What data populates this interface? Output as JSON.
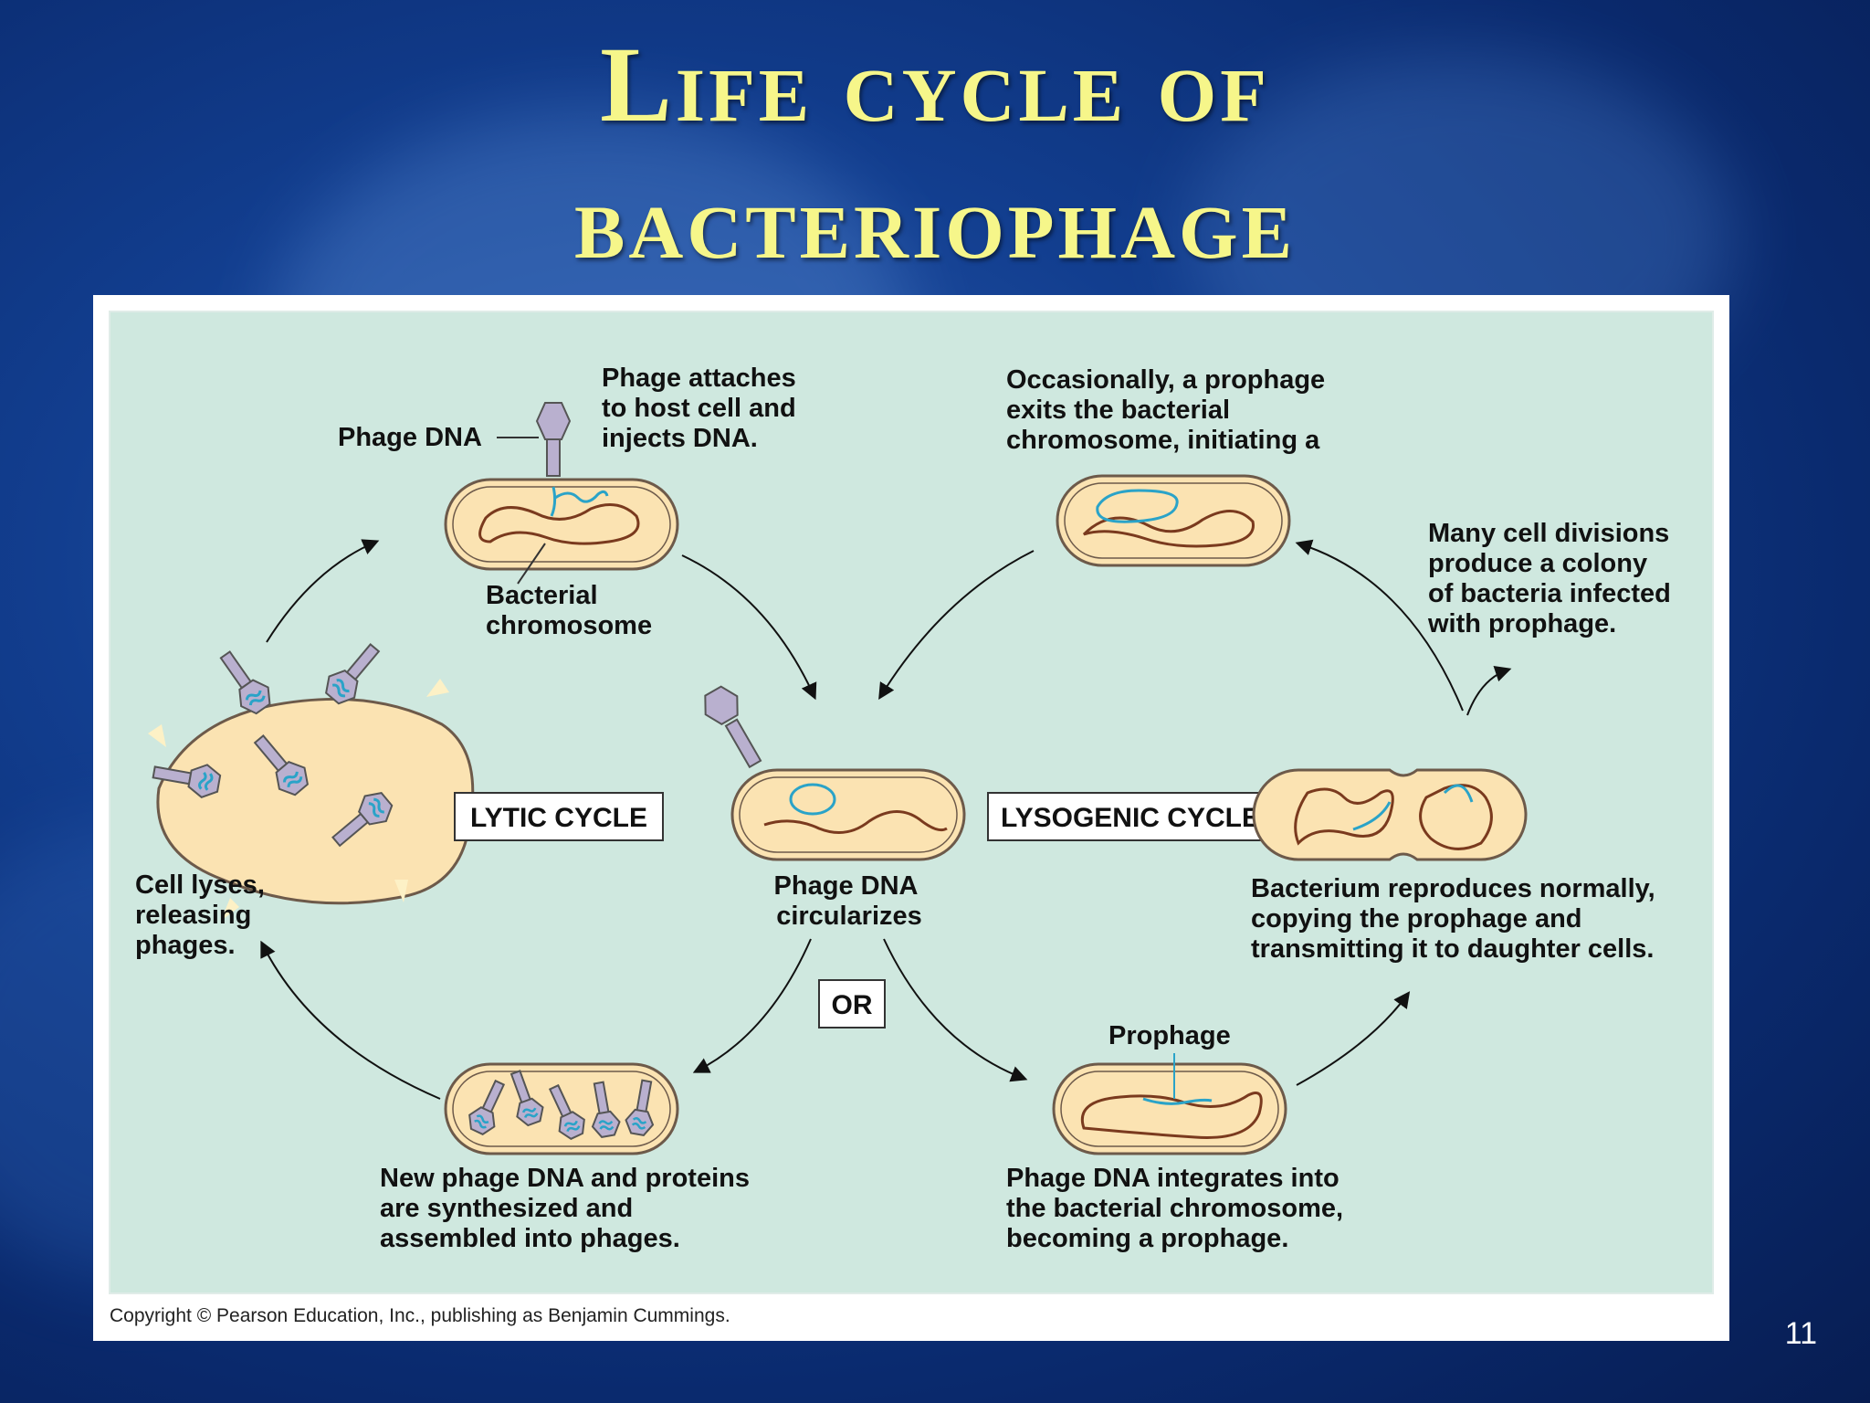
{
  "slide": {
    "title_line1": "Life cycle of",
    "title_line2": "bacteriophage",
    "number": "11"
  },
  "diagram": {
    "cycle_labels": {
      "lytic": "LYTIC CYCLE",
      "lysogenic": "LYSOGENIC CYCLE",
      "or": "OR"
    },
    "labels": {
      "phage_dna": "Phage DNA",
      "attach": [
        "Phage attaches",
        "to host cell and",
        "injects DNA."
      ],
      "bacterial_chromosome": [
        "Bacterial",
        "chromosome"
      ],
      "exit": [
        "Occasionally, a prophage",
        "exits the bacterial",
        "chromosome, initiating a"
      ],
      "divisions": [
        "Many cell divisions",
        "produce a colony",
        "of bacteria infected",
        "with prophage."
      ],
      "lyses": [
        "Cell lyses,",
        "releasing",
        "phages."
      ],
      "circularizes": [
        "Phage DNA",
        "circularizes"
      ],
      "reproduces": [
        "Bacterium reproduces normally,",
        "copying the prophage and",
        "transmitting it to daughter cells."
      ],
      "prophage": "Prophage",
      "synthesized": [
        "New phage DNA and proteins",
        "are synthesized and",
        "assembled into phages."
      ],
      "integrates": [
        "Phage DNA integrates into",
        "the bacterial chromosome,",
        "becoming a prophage."
      ]
    },
    "copyright": "Copyright © Pearson Education, Inc., publishing as Benjamin Cummings.",
    "colors": {
      "panel": "#cfe8df",
      "cell_fill": "#fbe3b2",
      "cell_stroke": "#6d5a4a",
      "chromosome": "#7a3a1e",
      "phage_dna": "#2aa3c8",
      "phage": "#b9b0cf",
      "title": "#f6f68a"
    }
  }
}
